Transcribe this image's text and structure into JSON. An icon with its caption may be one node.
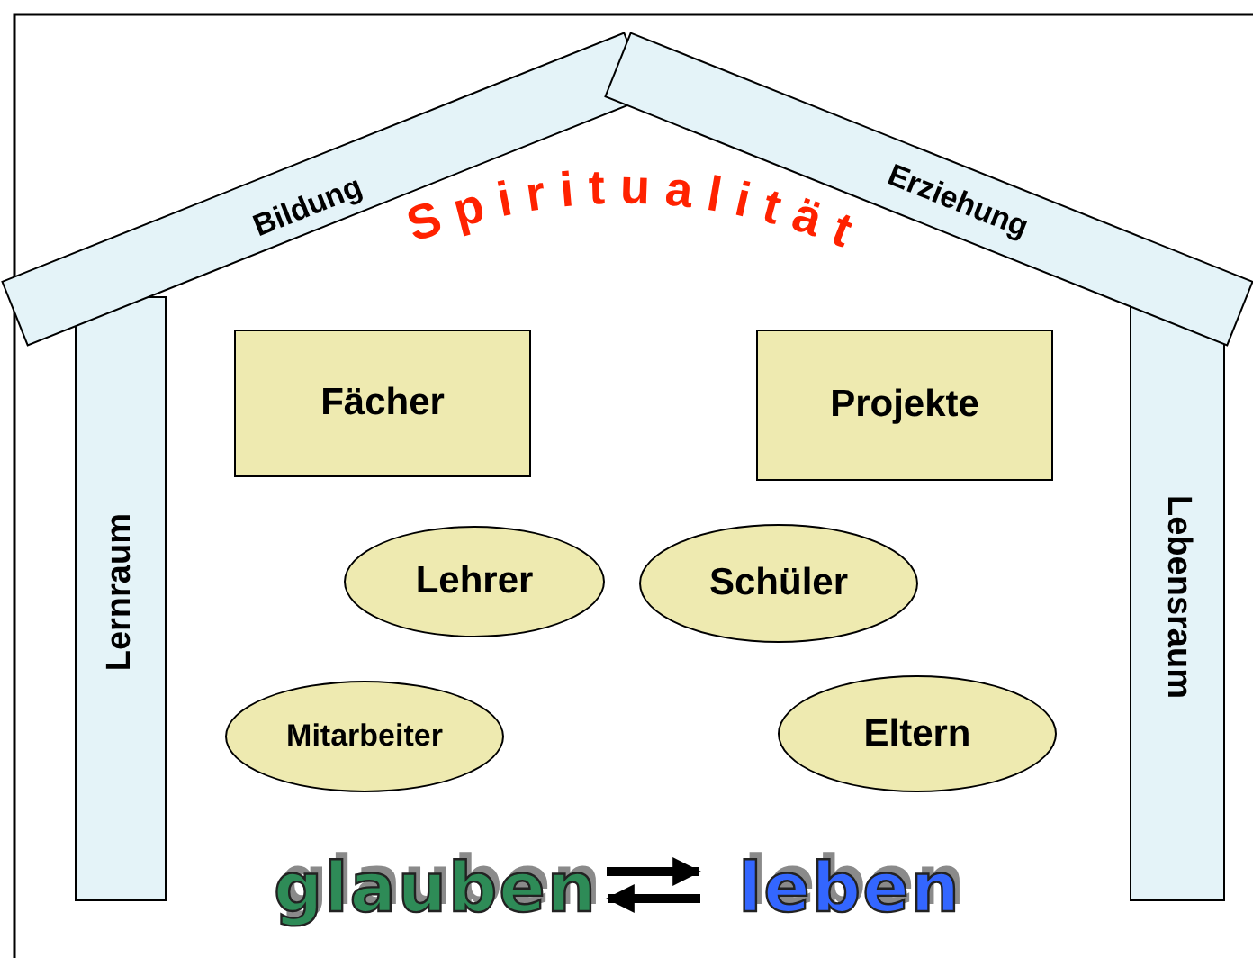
{
  "diagram": {
    "nodes": [
      {
        "text": [
          "Bildung"
        ]
      },
      {
        "text": [
          "Erziehung"
        ]
      },
      {
        "text": [
          "Lernraum"
        ]
      },
      {
        "text": [
          "Lebensraum"
        ]
      },
      {
        "text": [
          "Fächer"
        ]
      },
      {
        "text": [
          "Projekte"
        ]
      },
      {
        "text": [
          "Lehrer"
        ]
      },
      {
        "text": [
          "Schüler"
        ]
      },
      {
        "text": [
          "Mitarbeiter"
        ]
      },
      {
        "text": [
          "Eltern"
        ]
      },
      {
        "text": [
          "glauben"
        ]
      },
      {
        "text": [
          "leben"
        ]
      }
    ],
    "edges": [
      {
        "from": 10,
        "to": 11,
        "arrow": "to"
      },
      {
        "from": 11,
        "to": 10,
        "arrow": "to"
      }
    ],
    "labels": [
      "Spiritualität"
    ]
  }
}
